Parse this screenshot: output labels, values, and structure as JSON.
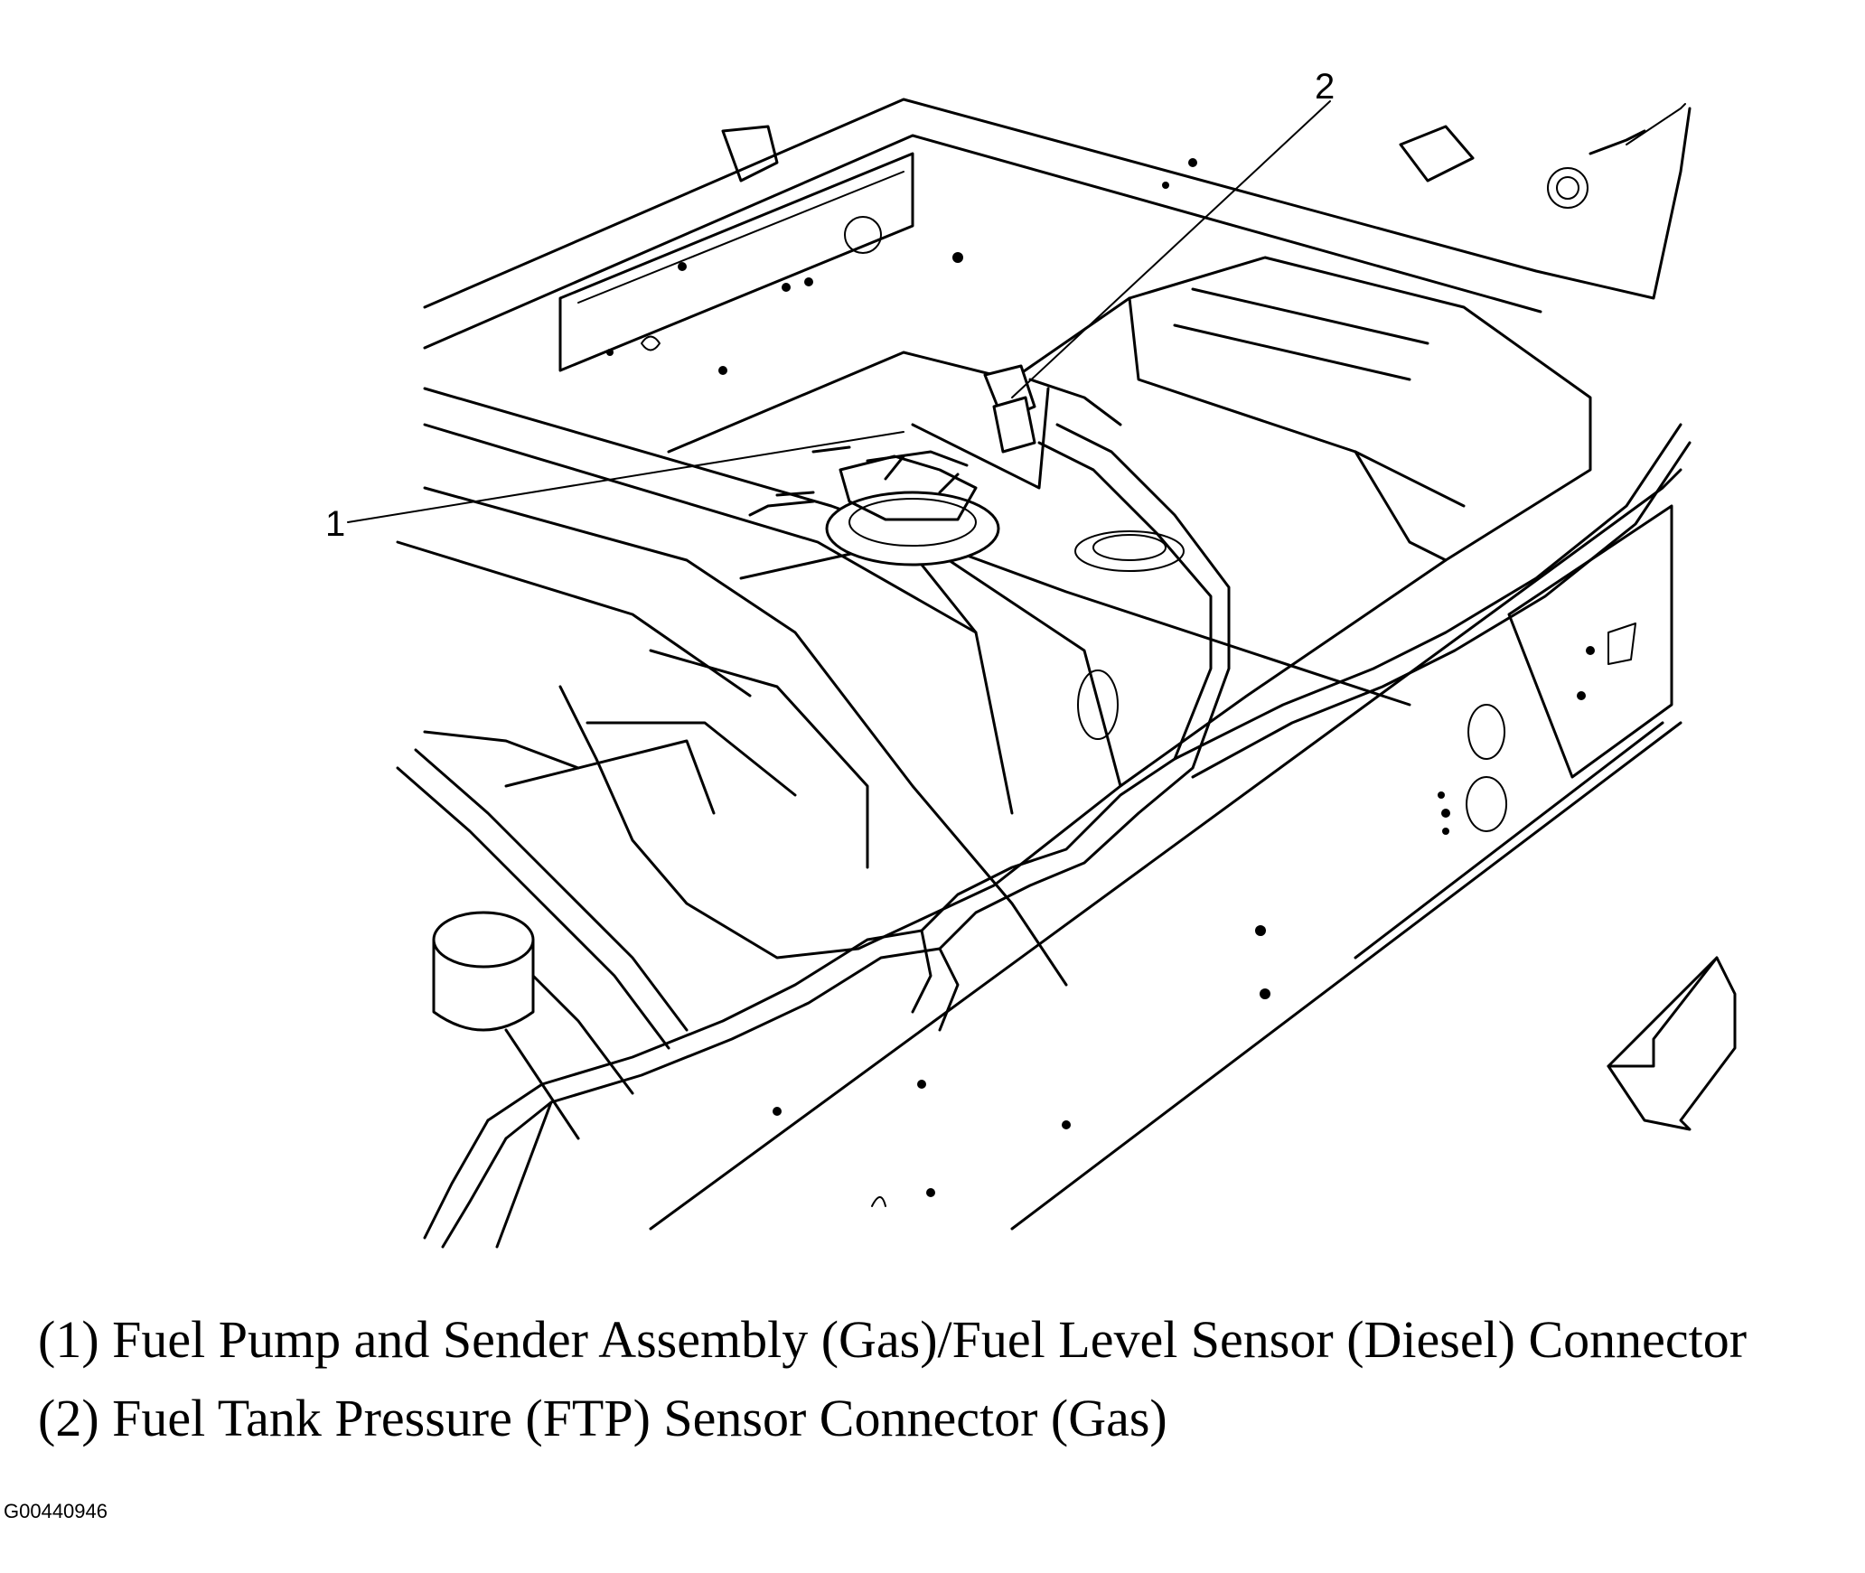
{
  "callouts": [
    {
      "number": "1"
    },
    {
      "number": "2"
    }
  ],
  "legend": [
    "(1) Fuel Pump and Sender Assembly (Gas)/Fuel Level Sensor (Diesel) Connector",
    "(2) Fuel Tank Pressure (FTP) Sensor Connector (Gas)"
  ],
  "figure_id": "G00440946"
}
